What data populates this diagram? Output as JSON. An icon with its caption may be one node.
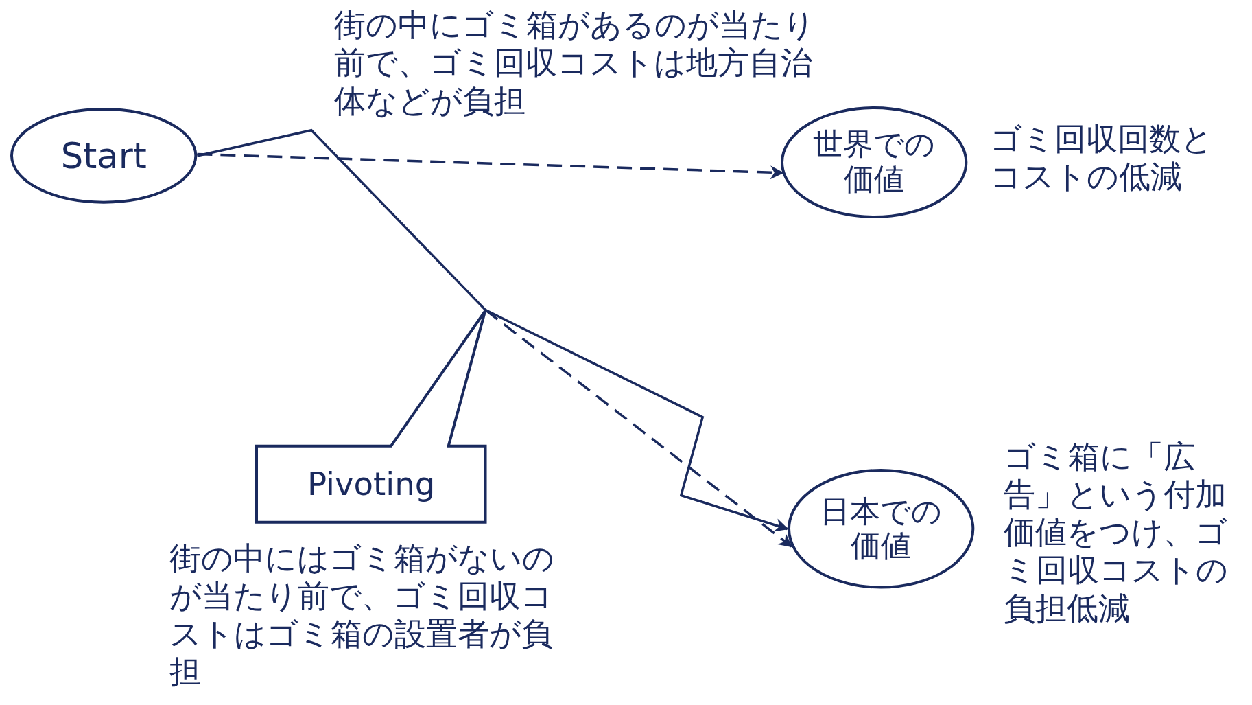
{
  "diagram": {
    "nodes": [
      {
        "text": [
          "Start"
        ]
      },
      {
        "text": [
          "世界での価値"
        ],
        "beside": [
          "ゴミ回収回数とコストの低減"
        ]
      },
      {
        "text": [
          "Pivoting"
        ],
        "beside": [
          "街の中にはゴミ箱がないのが当たり前で、ゴミ回収コストはゴミ箱の設置者が負担"
        ]
      },
      {
        "text": [
          "日本での価値"
        ],
        "beside": [
          "ゴミ箱に「広告」という付加価値をつけ、ゴミ回収コストの負担低減"
        ]
      }
    ],
    "edges": [
      {
        "from": 0,
        "to": 3,
        "arrow": "to"
      },
      {
        "from": 0,
        "to": 1,
        "arrow": "to",
        "style": "dashed"
      },
      {
        "from": 2,
        "to": 3,
        "arrow": "to",
        "style": "dashed"
      }
    ],
    "labels": [
      "街の中にゴミ箱があるのが当たり前で、ゴミ回収コストは地方自治体などが負担"
    ]
  }
}
